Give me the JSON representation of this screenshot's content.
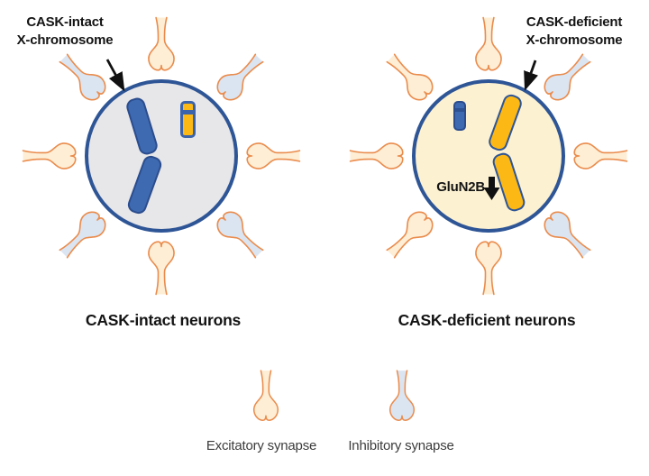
{
  "colors": {
    "excitatory_fill": "#fdeed5",
    "inhibitory_fill": "#dbe5f2",
    "synapse_stroke": "#ea8c4d",
    "soma_stroke": "#2e5596",
    "left_soma_fill": "#e7e6e8",
    "right_soma_fill": "#fcf1d1",
    "blue_chromosome": "#3e6ab2",
    "blue_chromosome_stroke": "#2b4d8e",
    "blue_chromosome_band": "#2d5191",
    "yellow_chromosome": "#fcb814",
    "small_chromosome_outline": "#3a63ab",
    "text": "#141414",
    "legend_text": "#3c3c3c",
    "arrow_color": "#111111"
  },
  "neurons": {
    "left": {
      "annotation_line1": "CASK-intact",
      "annotation_line2": "X-chromosome",
      "caption": "CASK-intact neurons",
      "synapses": [
        "excitatory",
        "inhibitory",
        "excitatory",
        "inhibitory",
        "excitatory",
        "inhibitory",
        "excitatory",
        "inhibitory"
      ]
    },
    "right": {
      "annotation_line1": "CASK-deficient",
      "annotation_line2": "X-chromosome",
      "caption": "CASK-deficient neurons",
      "glun2b_label": "GluN2B",
      "synapses": [
        "excitatory",
        "inhibitory",
        "excitatory",
        "inhibitory",
        "excitatory",
        "excitatory",
        "excitatory",
        "excitatory"
      ]
    }
  },
  "legend": {
    "excitatory_label": "Excitatory synapse",
    "inhibitory_label": "Inhibitory synapse"
  }
}
